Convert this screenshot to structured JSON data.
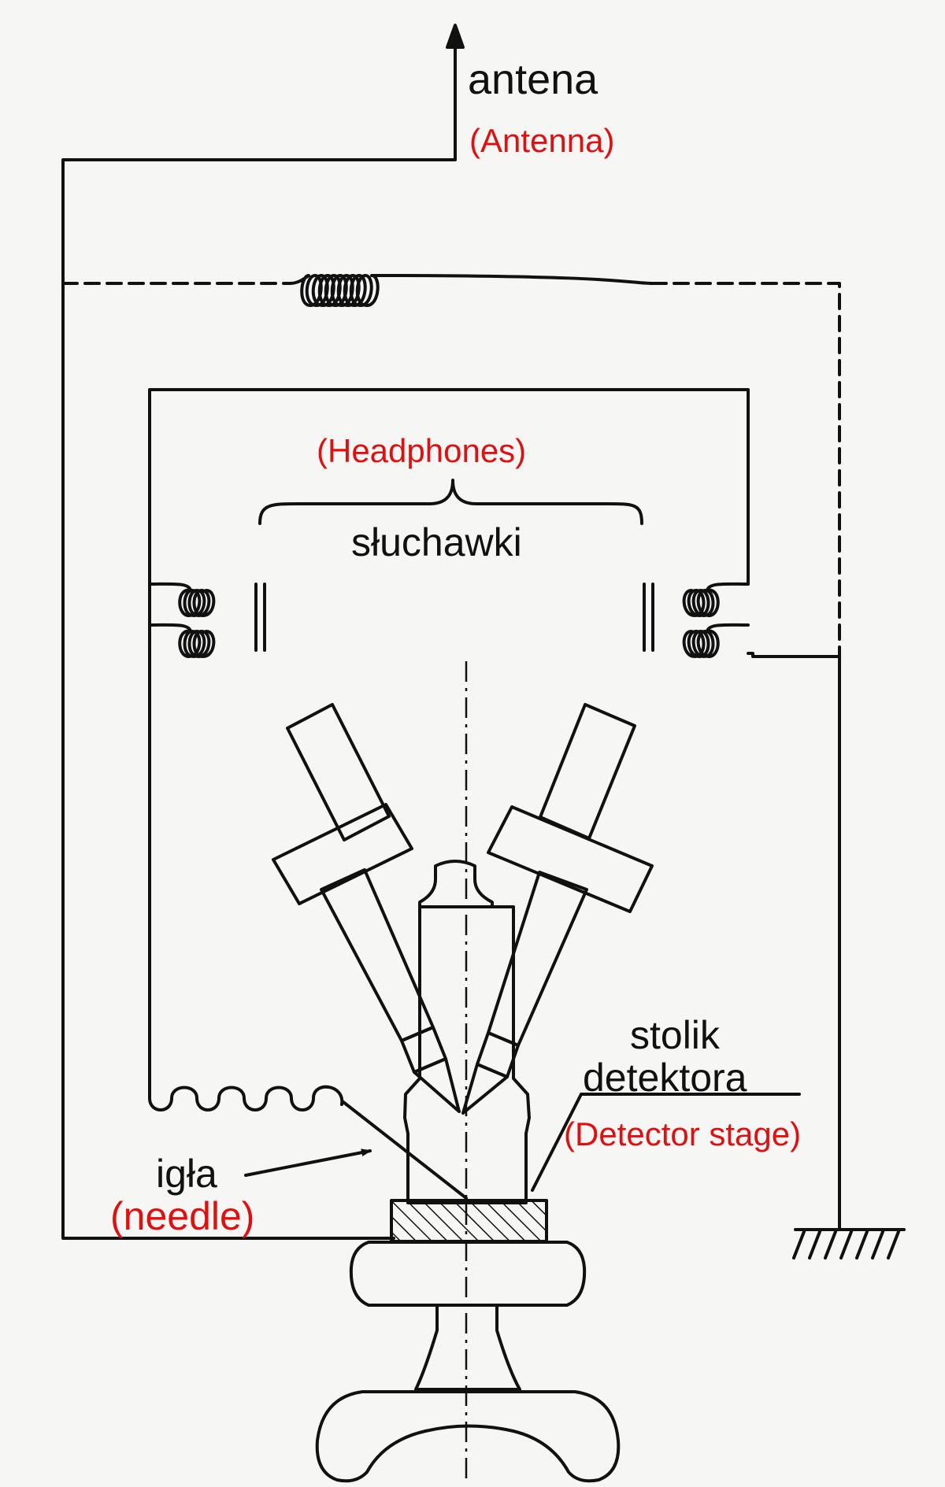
{
  "labels": {
    "antenna_pl": "antena",
    "antenna_en": "(Antenna)",
    "headphones_en": "(Headphones)",
    "headphones_pl": "słuchawki",
    "stage_pl_line1": "stolik",
    "stage_pl_line2": "detektora",
    "stage_en": "(Detector stage)",
    "needle_pl": "igła",
    "needle_en": "(needle)"
  },
  "colors": {
    "ink": "#111111",
    "annotation": "#e01010",
    "paper": "#f6f6f4"
  }
}
